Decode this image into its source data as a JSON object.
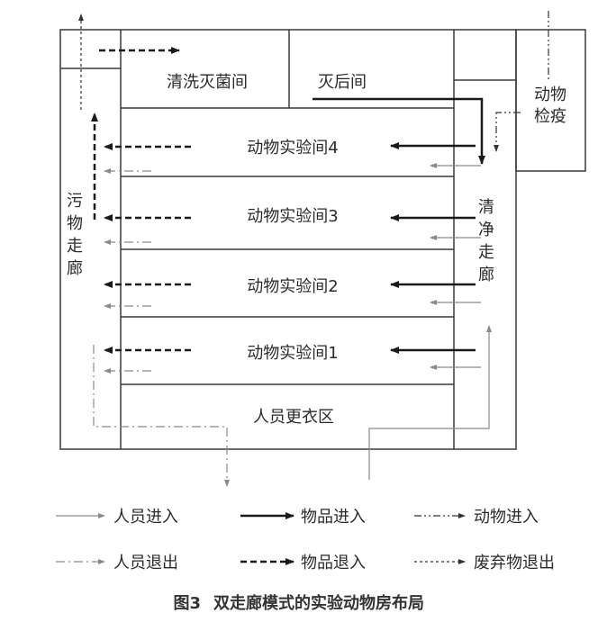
{
  "rooms": {
    "cleaning": "清洗灭菌间",
    "post_sterile": "灭后间",
    "lab4": "动物实验间4",
    "lab3": "动物实验间3",
    "lab2": "动物实验间2",
    "lab1": "动物实验间1",
    "changing": "人员更衣区",
    "quarantine": [
      "动物",
      "检疫"
    ],
    "dirty_corridor": [
      "污",
      "物",
      "走",
      "廊"
    ],
    "clean_corridor": [
      "清",
      "净",
      "走",
      "廊"
    ]
  },
  "legend": {
    "staff_in": "人员进入",
    "goods_in": "物品进入",
    "animal_in": "动物进入",
    "staff_out": "人员退出",
    "goods_out": "物品退入",
    "waste_out": "废弃物退出"
  },
  "caption": {
    "figure_no": "图3",
    "title": "双走廊模式的实验动物房布局"
  },
  "colors": {
    "wall": "#3a3a3a",
    "goods": "#1a1a1a",
    "staff": "#8a8a8a"
  }
}
